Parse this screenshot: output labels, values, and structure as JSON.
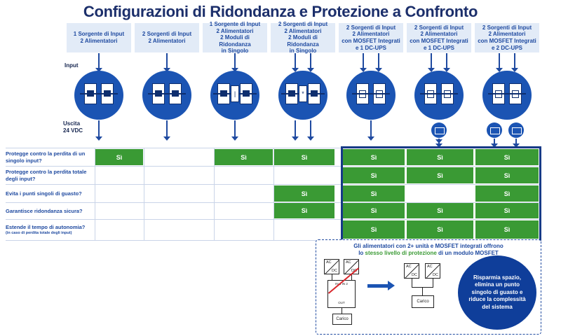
{
  "title": "Configurazioni di Ridondanza e Protezione a Confronto",
  "labels": {
    "input": "Input",
    "output_line1": "Uscita",
    "output_line2": "24 VDC"
  },
  "configurations": [
    {
      "line1": "1 Sorgente di Input",
      "line2": "2 Alimentatori",
      "line3": "",
      "line4": ""
    },
    {
      "line1": "2 Sorgenti di Input",
      "line2": "2 Alimentatori",
      "line3": "",
      "line4": ""
    },
    {
      "line1": "1 Sorgente di Input",
      "line2": "2 Alimentatori",
      "line3": "2 Moduli di Ridondanza",
      "line4": "in Singolo"
    },
    {
      "line1": "2 Sorgenti di Input",
      "line2": "2 Alimentatori",
      "line3": "2 Moduli di Ridondanza",
      "line4": "in Singolo"
    },
    {
      "line1": "2 Sorgenti di Input",
      "line2": "2 Alimentatori",
      "line3": "con MOSFET Integrati",
      "line4": "e 1 DC-UPS"
    },
    {
      "line1": "2 Sorgenti di Input",
      "line2": "2 Alimentatori",
      "line3": "con MOSFET Integrati",
      "line4": "e 1 DC-UPS"
    },
    {
      "line1": "2 Sorgenti di Input",
      "line2": "2 Alimentatori",
      "line3": "con MOSFET Integrati",
      "line4": "e 2 DC-UPS"
    }
  ],
  "icons": {
    "psu": "power-supply-icon",
    "redundancy": "redundancy-module-icon",
    "ups": "dc-ups-battery-icon"
  },
  "rows": [
    {
      "label": "Protegge contro la perdita di un singolo input?",
      "sub": "",
      "values": [
        "Sì",
        "",
        "Sì",
        "Sì",
        "Sì",
        "Sì",
        "Sì"
      ]
    },
    {
      "label": "Protegge contro la perdita totale degli input?",
      "sub": "",
      "values": [
        "",
        "",
        "",
        "",
        "Sì",
        "Sì",
        "Sì"
      ]
    },
    {
      "label": "Evita i punti singoli di guasto?",
      "sub": "",
      "values": [
        "",
        "",
        "",
        "Sì",
        "Sì",
        "",
        "Sì"
      ]
    },
    {
      "label": "Garantisce ridondanza sicura?",
      "sub": "",
      "values": [
        "",
        "",
        "",
        "Sì",
        "Sì",
        "Sì",
        "Sì"
      ]
    },
    {
      "label": "Estende il tempo di autonomia?",
      "sub": "(in caso di perdita totale degli input)",
      "values": [
        "",
        "",
        "",
        "",
        "Sì",
        "Sì",
        "Sì"
      ]
    }
  ],
  "note": {
    "line1": "Gli alimentatori con 2+ unità e MOSFET integrati offrono",
    "line2_pre": "lo",
    "line2_green": "stesso livello di protezione",
    "line2_post": "di un modulo MOSFET"
  },
  "mini_diagram": {
    "ac": "AC",
    "dc": "DC",
    "in1": "IN 1",
    "in2": "IN 2",
    "out": "OUT",
    "load": "Carico"
  },
  "benefit": "Risparmia spazio, elimina un punto singolo di guasto e riduce la complessità del sistema",
  "colors": {
    "accent": "#1b54b3",
    "green": "#3a9a34",
    "header_bg": "#e2ebf7",
    "dark": "#173a87",
    "red": "#d8262b"
  }
}
